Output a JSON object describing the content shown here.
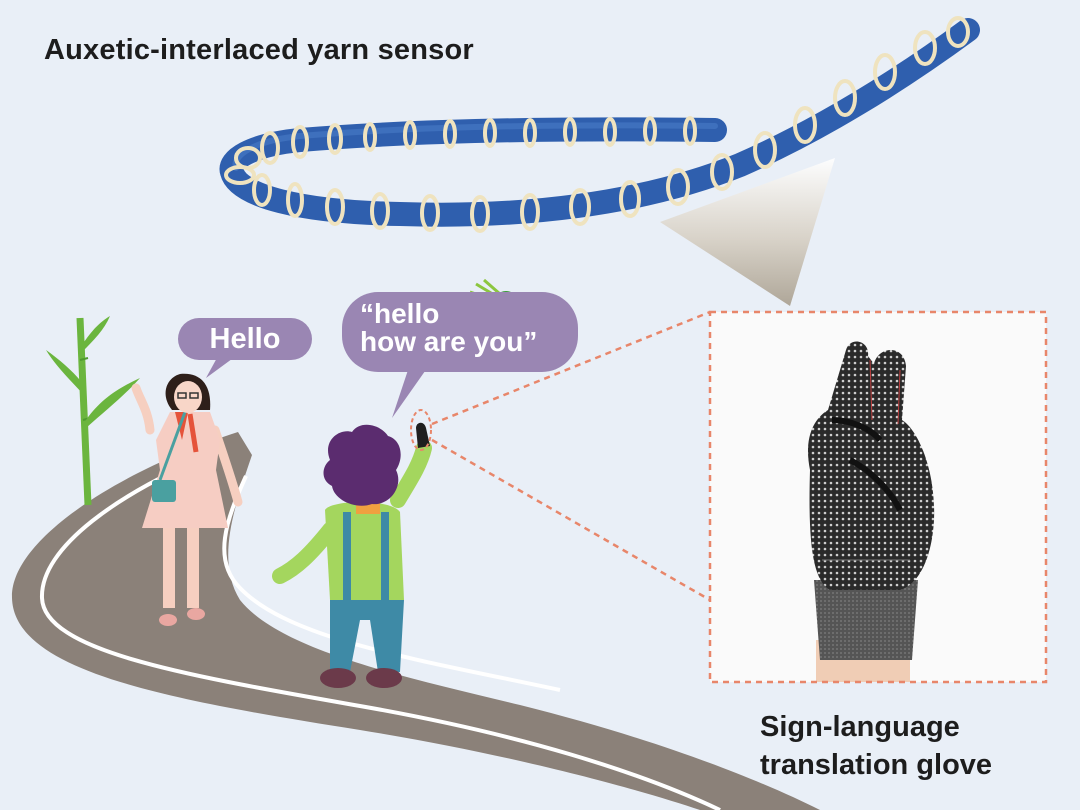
{
  "title": "Auxetic-interlaced yarn sensor",
  "speech_left": "Hello",
  "speech_right": {
    "line1": "“hello",
    "line2": "how are you”"
  },
  "glove_label": {
    "line1": "Sign-language",
    "line2": "translation glove"
  },
  "colors": {
    "background": "#e9eff7",
    "yarn_core": "#2f5fae",
    "yarn_wrap": "#efe3bf",
    "bubble": "#9a86b3",
    "road": "#8b8179",
    "inset_border": "#e8866a"
  }
}
